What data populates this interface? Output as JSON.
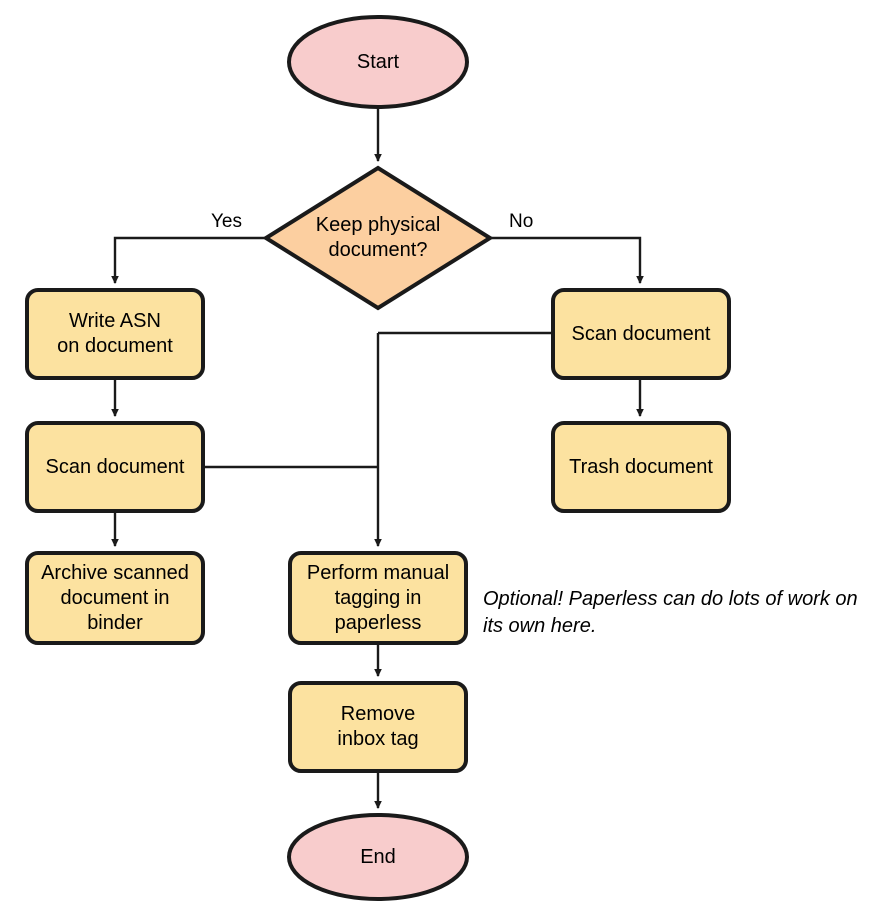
{
  "diagram": {
    "type": "flowchart",
    "orientation": "top-to-bottom",
    "title_visible": false,
    "background_color": "#ffffff",
    "palette": {
      "terminator_fill": "#f8cccc",
      "process_fill": "#fce2a0",
      "decision_fill": "#fccfa0",
      "stroke": "#1a1a1a",
      "text": "#000000"
    }
  },
  "nodes": {
    "start": {
      "label": "Start",
      "shape": "ellipse",
      "fill": "#f8cccc"
    },
    "decision": {
      "label": "Keep physical\ndocument?",
      "shape": "diamond",
      "fill": "#fccfa0"
    },
    "write_asn": {
      "label": "Write ASN\non document",
      "shape": "rounded-rect",
      "fill": "#fce2a0"
    },
    "scan_left": {
      "label": "Scan document",
      "shape": "rounded-rect",
      "fill": "#fce2a0"
    },
    "archive": {
      "label": "Archive scanned\ndocument in\nbinder",
      "shape": "rounded-rect",
      "fill": "#fce2a0"
    },
    "scan_right": {
      "label": "Scan document",
      "shape": "rounded-rect",
      "fill": "#fce2a0"
    },
    "trash": {
      "label": "Trash document",
      "shape": "rounded-rect",
      "fill": "#fce2a0"
    },
    "manual_tagging": {
      "label": "Perform manual\ntagging in\npaperless",
      "shape": "rounded-rect",
      "fill": "#fce2a0"
    },
    "remove_inbox": {
      "label": "Remove\ninbox tag",
      "shape": "rounded-rect",
      "fill": "#fce2a0"
    },
    "end": {
      "label": "End",
      "shape": "ellipse",
      "fill": "#f8cccc"
    }
  },
  "edge_labels": {
    "yes": "Yes",
    "no": "No"
  },
  "annotations": {
    "optional_note": "Optional! Paperless can do lots of work on its own here."
  },
  "edges": [
    {
      "from": "start",
      "to": "decision",
      "label": ""
    },
    {
      "from": "decision",
      "to": "write_asn",
      "label": "Yes"
    },
    {
      "from": "decision",
      "to": "scan_right",
      "label": "No"
    },
    {
      "from": "write_asn",
      "to": "scan_left",
      "label": ""
    },
    {
      "from": "scan_left",
      "to": "archive",
      "label": ""
    },
    {
      "from": "scan_left",
      "to": "manual_tagging",
      "label": ""
    },
    {
      "from": "scan_right",
      "to": "trash",
      "label": ""
    },
    {
      "from": "scan_right",
      "to": "manual_tagging",
      "label": ""
    },
    {
      "from": "manual_tagging",
      "to": "remove_inbox",
      "label": ""
    },
    {
      "from": "remove_inbox",
      "to": "end",
      "label": ""
    }
  ]
}
